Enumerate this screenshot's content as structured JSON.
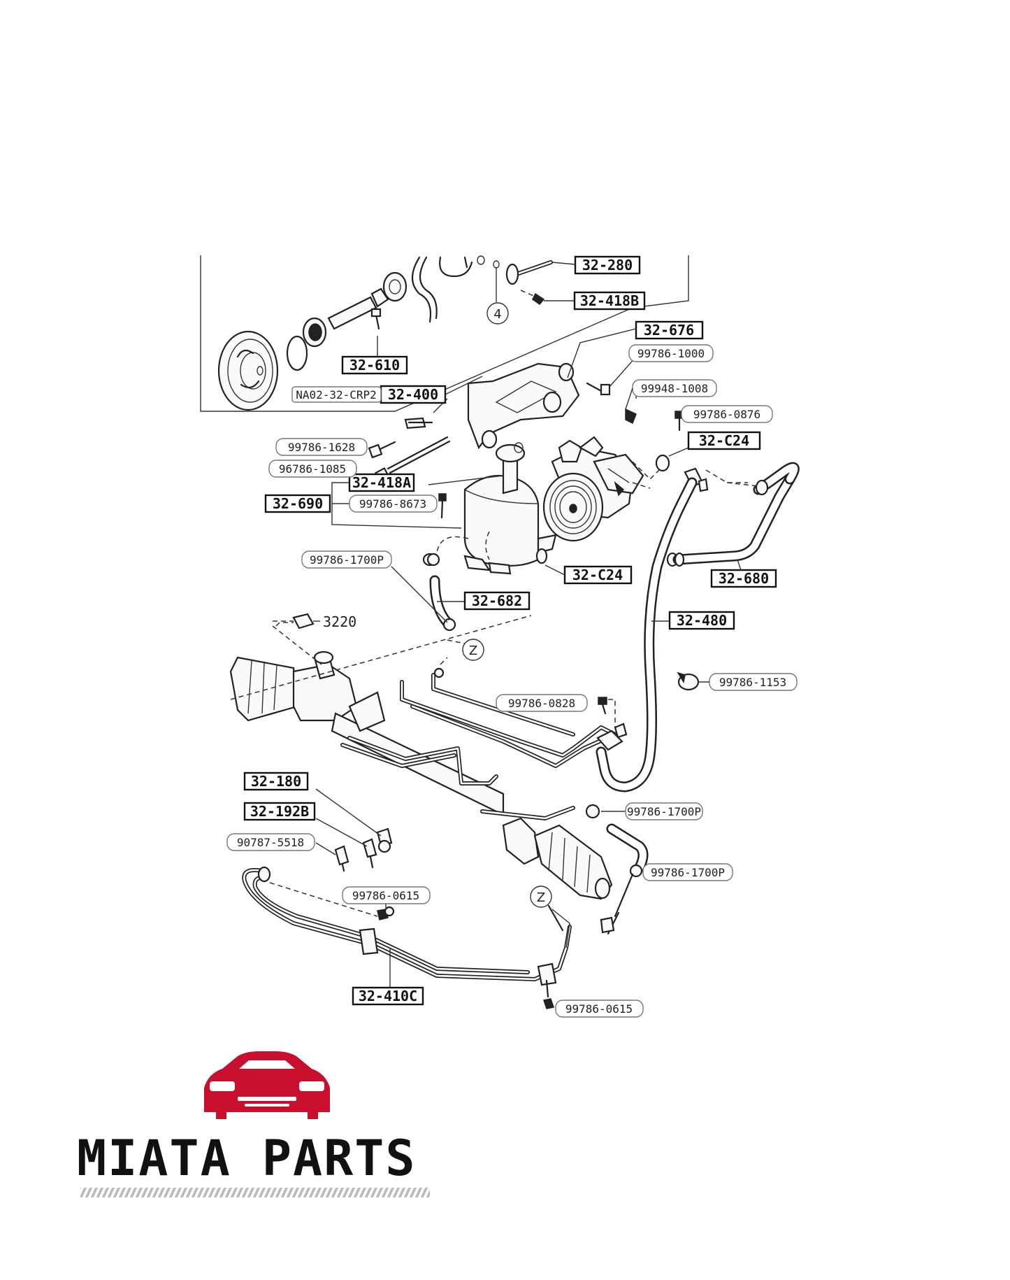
{
  "brand": {
    "name": "MIATA PARTS",
    "accent_color": "#c8102e",
    "logo_icon": "car-front-icon"
  },
  "labels": {
    "l32_280": "32-280",
    "l32_418b": "32-418B",
    "l32_610": "32-610",
    "l32_676": "32-676",
    "l99786_1000": "99786-1000",
    "l99948_1008": "99948-1008",
    "na02": "NA02-32-CRP2",
    "l32_400": "32-400",
    "l99786_0876": "99786-0876",
    "l32_c24a": "32-C24",
    "l99786_1628": "99786-1628",
    "l96786_1085": "96786-1085",
    "l32_418a": "32-418A",
    "l32_690": "32-690",
    "l99786_8673": "99786-8673",
    "l99786_1700p_a": "99786-1700P",
    "l32_c24b": "32-C24",
    "l32_680": "32-680",
    "l32_682": "32-682",
    "l32_480": "32-480",
    "l3220": "3220",
    "l99786_1153": "99786-1153",
    "l99786_0828": "99786-0828",
    "l32_180": "32-180",
    "l32_192b": "32-192B",
    "l90787_5518": "90787-5518",
    "l99786_1700p_b": "99786-1700P",
    "l99786_1700p_c": "99786-1700P",
    "l99786_0615a": "99786-0615",
    "l32_410c": "32-410C",
    "l99786_0615b": "99786-0615",
    "callout_4": "4",
    "callout_z1": "Z",
    "callout_z2": "Z"
  }
}
